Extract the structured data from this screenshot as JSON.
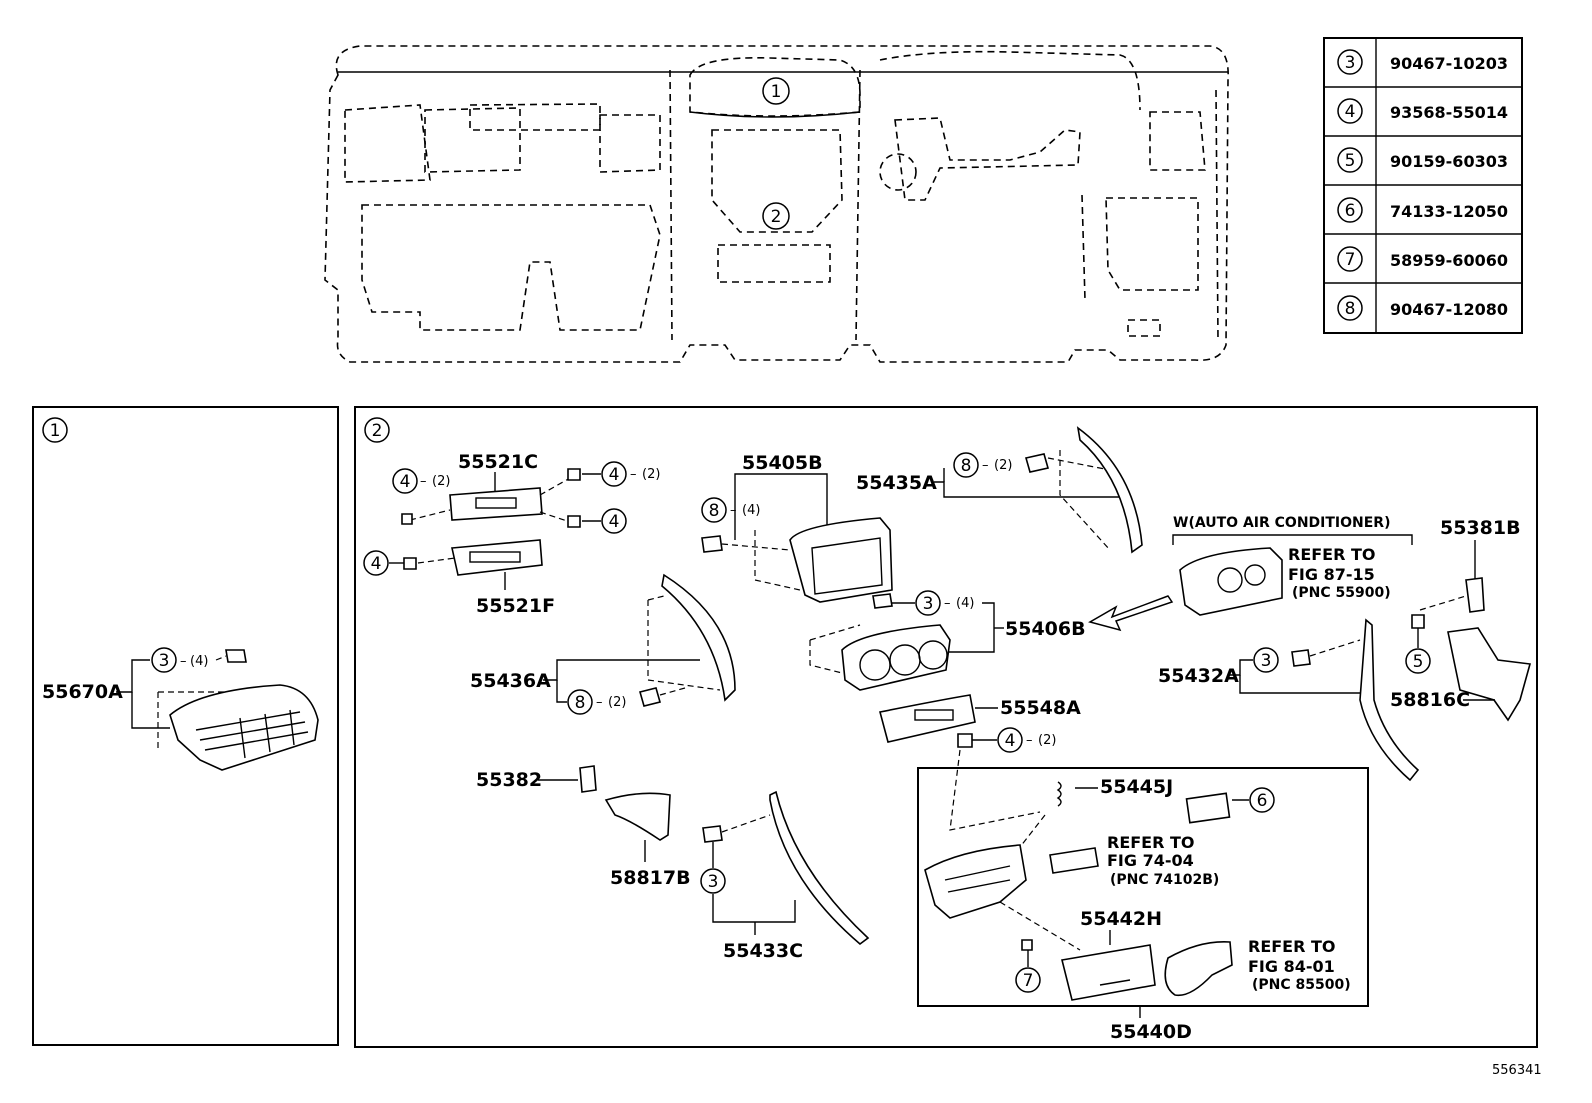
{
  "diagram_id": "556341",
  "parts_table": [
    {
      "ref": "3",
      "part_number": "90467-10203"
    },
    {
      "ref": "4",
      "part_number": "93568-55014"
    },
    {
      "ref": "5",
      "part_number": "90159-60303"
    },
    {
      "ref": "6",
      "part_number": "74133-12050"
    },
    {
      "ref": "7",
      "part_number": "58959-60060"
    },
    {
      "ref": "8",
      "part_number": "90467-12080"
    }
  ],
  "overview": {
    "marker_1": "1",
    "marker_2": "2"
  },
  "panel1": {
    "marker": "1",
    "labels": {
      "p55670A": "55670A"
    },
    "callouts": {
      "c3": "3",
      "c3_count": "(4)"
    }
  },
  "panel2": {
    "marker": "2",
    "labels": {
      "p55521C": "55521C",
      "p55521F": "55521F",
      "p55405B": "55405B",
      "p55435A": "55435A",
      "p55406B": "55406B",
      "p55436A": "55436A",
      "p55548A": "55548A",
      "p55382": "55382",
      "p58817B": "58817B",
      "p55433C": "55433C",
      "p55445J": "55445J",
      "p55442H": "55442H",
      "p55440D": "55440D",
      "p55381B": "55381B",
      "p55432A": "55432A",
      "p58816C": "58816C"
    },
    "callouts": {
      "a4": "4",
      "a4n": "(2)",
      "b4": "4",
      "b4n": "(2)",
      "c4": "4",
      "d4": "4",
      "e8": "8",
      "e8n": "(4)",
      "f8": "8",
      "f8n": "(2)",
      "g3": "3",
      "g3n": "(4)",
      "h8": "8",
      "h8n": "(2)",
      "i4": "4",
      "i4n": "(2)",
      "j3": "3",
      "k6": "6",
      "l7": "7",
      "m3": "3",
      "n5": "5"
    },
    "note_auto_ac": "W(AUTO AIR CONDITIONER)",
    "refs": {
      "r1_l1": "REFER TO",
      "r1_l2": "FIG 87-15",
      "r1_l3": "(PNC 55900)",
      "r2_l1": "REFER TO",
      "r2_l2": "FIG 74-04",
      "r2_l3": "(PNC 74102B)",
      "r3_l1": "REFER TO",
      "r3_l2": "FIG 84-01",
      "r3_l3": "(PNC 85500)"
    }
  }
}
